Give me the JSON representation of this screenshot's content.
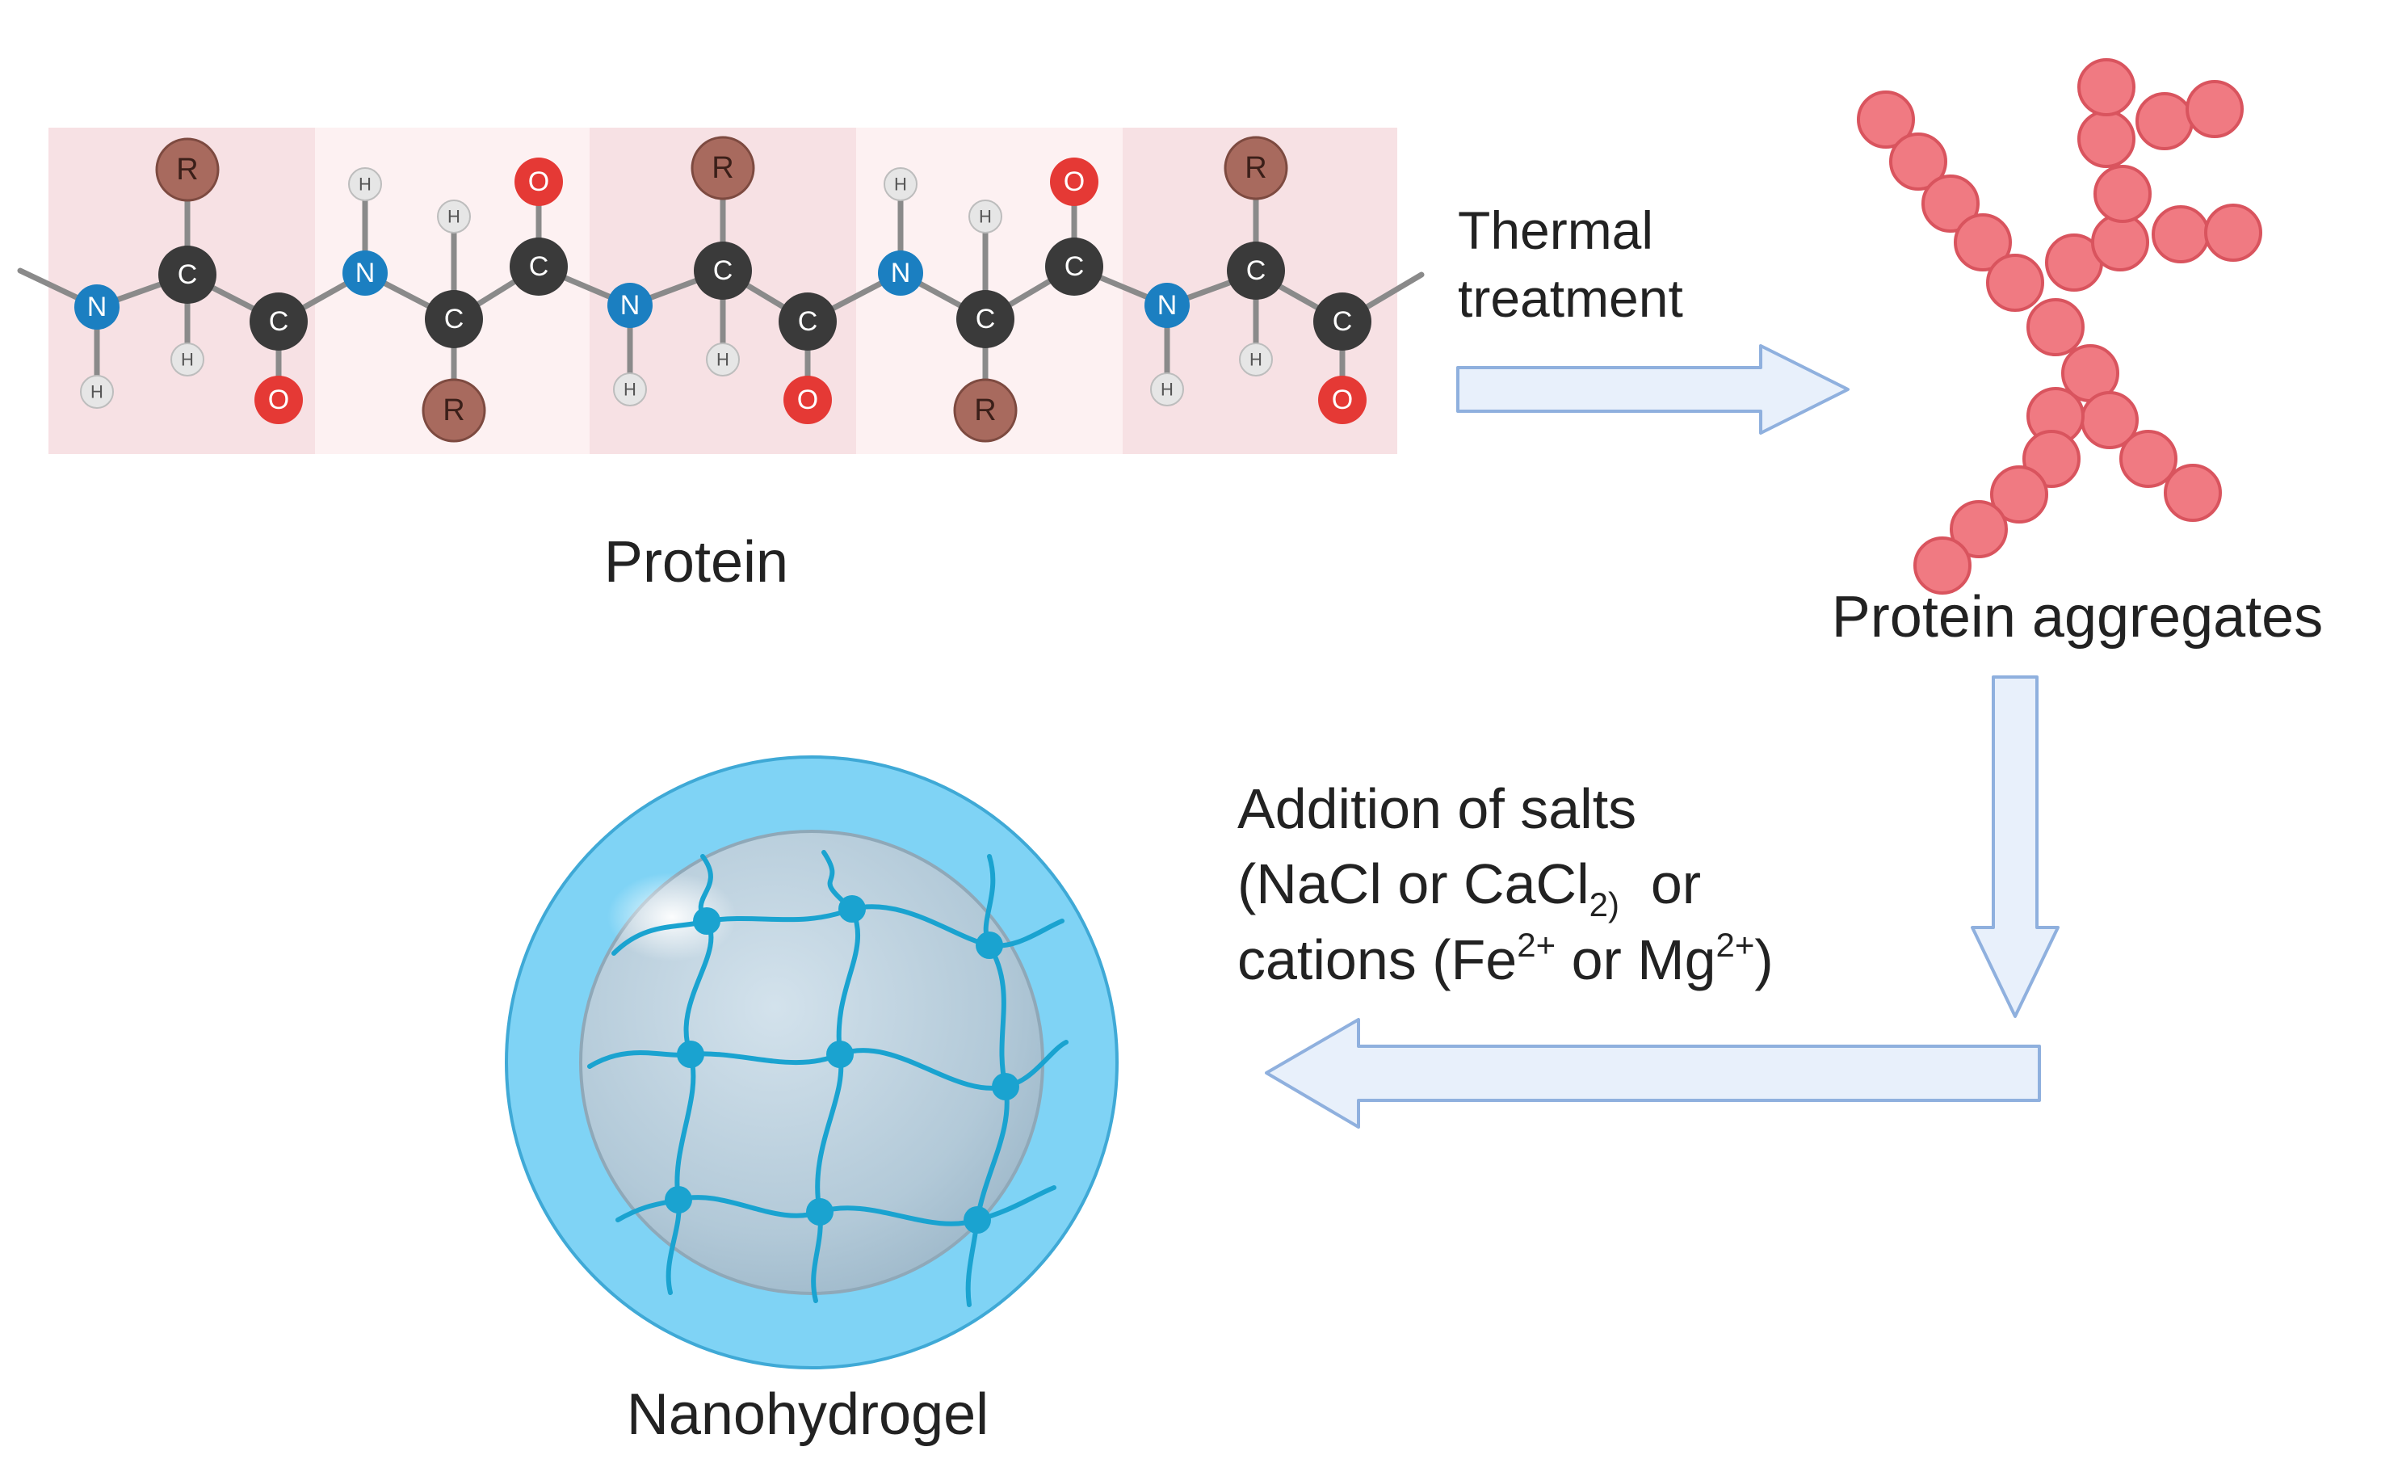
{
  "labels": {
    "protein": "Protein",
    "thermal_line1": "Thermal",
    "thermal_line2": "treatment",
    "aggregates": "Protein aggregates",
    "salts_line1": "Addition of salts",
    "salts_line2_a": "(NaCl or CaCl",
    "salts_line2_sub": "2)",
    "salts_line2_b": "  or",
    "salts_line3_a": "cations (Fe",
    "salts_line3_sup1": "2+",
    "salts_line3_b": " or Mg",
    "salts_line3_sup2": "2+",
    "salts_line3_c": ")",
    "nanohydrogel": "Nanohydrogel"
  },
  "atoms": {
    "R": "R",
    "C": "C",
    "N": "N",
    "O": "O",
    "H": "H"
  },
  "colors": {
    "segment_dark": "#f7e1e4",
    "segment_light": "#fdf1f2",
    "carbon": "#3a3a3a",
    "nitrogen": "#1b7fc1",
    "oxygen": "#e53935",
    "r_group": "#a86a5e",
    "hydrogen": "#e6e6e6",
    "bead": "#f07a82",
    "bead_stroke": "#d9545e",
    "arrow_fill": "#e8f0fb",
    "arrow_stroke": "#8fb0de",
    "gel_outer": "#7fd3f5",
    "gel_inner": "#b9cfdd",
    "network": "#1aa3d0"
  }
}
